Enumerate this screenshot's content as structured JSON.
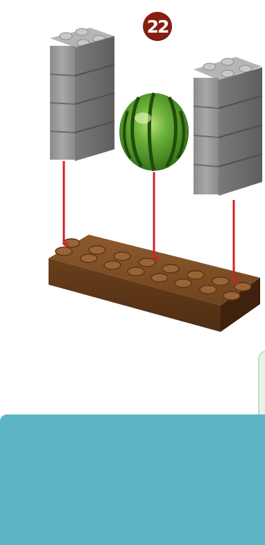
{
  "step": {
    "number": "22",
    "badge_color": "#8a1d12"
  },
  "parts": [
    {
      "name": "gray-brick-stack-left",
      "color": "#9a9a9a",
      "count": 4
    },
    {
      "name": "watermelon",
      "color": "#3f8a1e"
    },
    {
      "name": "gray-brick-stack-right",
      "color": "#9a9a9a",
      "count": 4
    },
    {
      "name": "brown-base-plate",
      "color": "#7a4a22",
      "studs": 16
    }
  ],
  "arrows": {
    "color": "#d0202a",
    "count": 3
  },
  "panels": {
    "bottom_color": "#5db4c4",
    "side_color": "#e6f4e6"
  }
}
